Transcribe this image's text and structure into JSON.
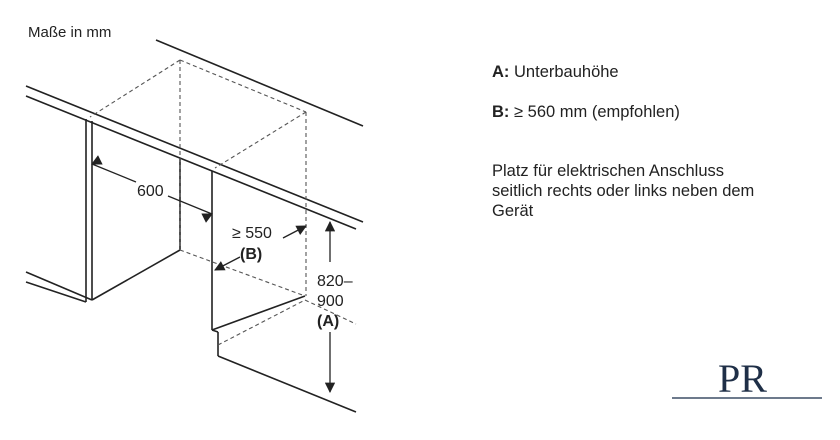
{
  "units_label": "Maße in mm",
  "dimensions": {
    "width": "600",
    "depth_value": "≥ 550",
    "depth_key": "(B)",
    "height_line1": "820–",
    "height_line2": "900",
    "height_key": "(A)"
  },
  "legend": [
    {
      "key": "A:",
      "text": "Unterbauhöhe"
    },
    {
      "key": "B:",
      "text": "≥ 560 mm (empfohlen)"
    }
  ],
  "note_lines": [
    "Platz für elektrischen Anschluss",
    "seitlich rechts oder links neben dem",
    "Gerät"
  ],
  "logo_text": "PR",
  "colors": {
    "line": "#222222",
    "dashed": "#555555"
  }
}
